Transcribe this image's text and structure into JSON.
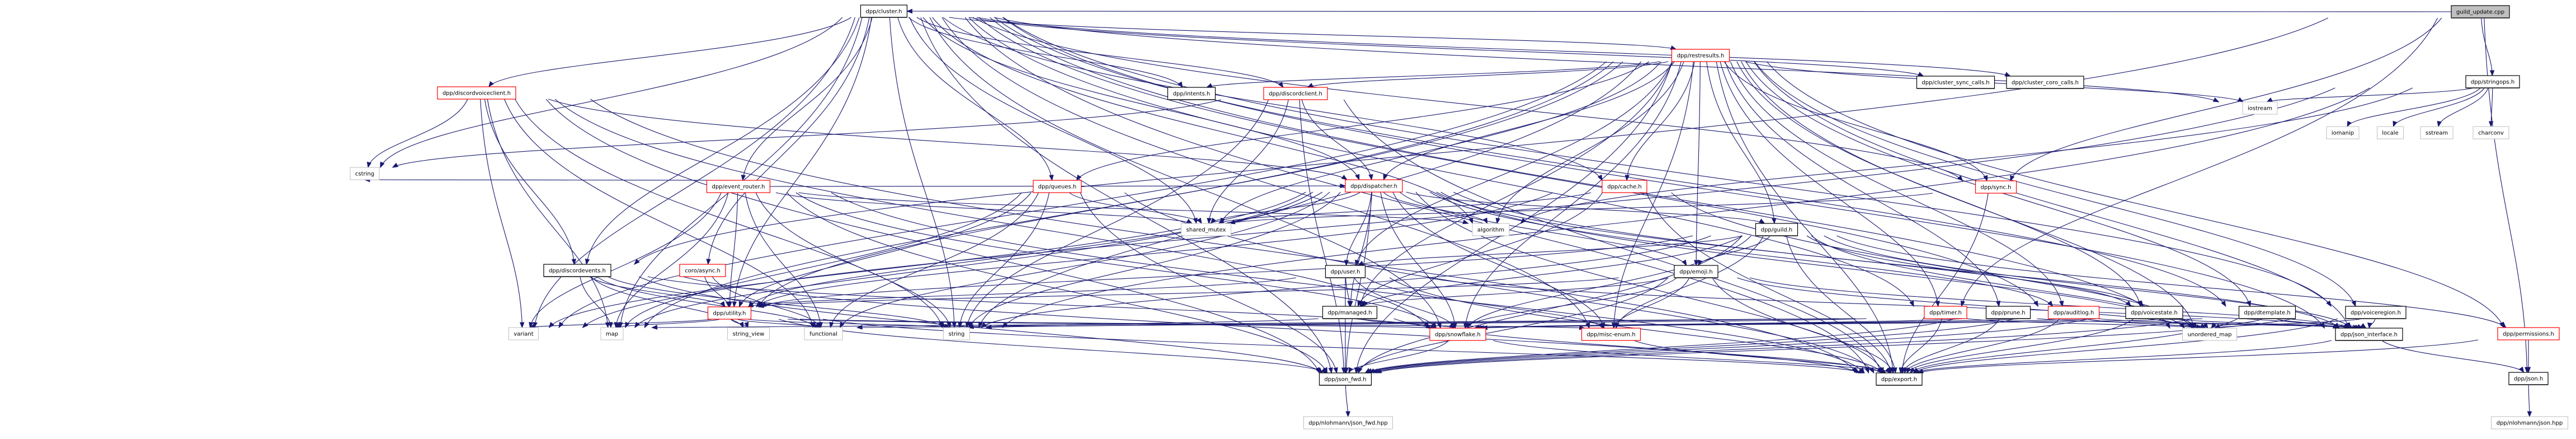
{
  "diagram": {
    "type": "include-dependency-graph",
    "colors": {
      "edge": "#191970",
      "root_fill": "#bfbfbf",
      "root_border": "#000000",
      "internal_border": "#000000",
      "incomplete_border": "#ff0000",
      "external_border": "#bfbfbf",
      "node_fill": "#ffffff"
    },
    "nodes": [
      {
        "id": "root",
        "label": "guild_update.cpp",
        "kind": "root"
      },
      {
        "id": "cluster",
        "label": "dpp/cluster.h",
        "kind": "internal"
      },
      {
        "id": "stringops",
        "label": "dpp/stringops.h",
        "kind": "internal"
      },
      {
        "id": "restresults",
        "label": "dpp/restresults.h",
        "kind": "incomplete"
      },
      {
        "id": "sync_calls",
        "label": "dpp/cluster_sync_calls.h",
        "kind": "internal"
      },
      {
        "id": "coro_calls",
        "label": "dpp/cluster_coro_calls.h",
        "kind": "internal"
      },
      {
        "id": "iostream",
        "label": "iostream",
        "kind": "external"
      },
      {
        "id": "iomanip",
        "label": "iomanip",
        "kind": "external"
      },
      {
        "id": "locale",
        "label": "locale",
        "kind": "external"
      },
      {
        "id": "sstream",
        "label": "sstream",
        "kind": "external"
      },
      {
        "id": "charconv",
        "label": "charconv",
        "kind": "external"
      },
      {
        "id": "discordvoiceclient",
        "label": "dpp/discordvoiceclient.h",
        "kind": "incomplete"
      },
      {
        "id": "intents",
        "label": "dpp/intents.h",
        "kind": "internal"
      },
      {
        "id": "discordclient",
        "label": "dpp/discordclient.h",
        "kind": "incomplete"
      },
      {
        "id": "cstring",
        "label": "cstring",
        "kind": "external"
      },
      {
        "id": "event_router",
        "label": "dpp/event_router.h",
        "kind": "incomplete"
      },
      {
        "id": "queues",
        "label": "dpp/queues.h",
        "kind": "incomplete"
      },
      {
        "id": "dispatcher",
        "label": "dpp/dispatcher.h",
        "kind": "incomplete"
      },
      {
        "id": "cache",
        "label": "dpp/cache.h",
        "kind": "incomplete"
      },
      {
        "id": "sync",
        "label": "dpp/sync.h",
        "kind": "incomplete"
      },
      {
        "id": "shared_mutex",
        "label": "shared_mutex",
        "kind": "external"
      },
      {
        "id": "algorithm",
        "label": "algorithm",
        "kind": "external"
      },
      {
        "id": "guild",
        "label": "dpp/guild.h",
        "kind": "internal"
      },
      {
        "id": "discordevents",
        "label": "dpp/discordevents.h",
        "kind": "internal"
      },
      {
        "id": "async",
        "label": "coro/async.h",
        "kind": "incomplete"
      },
      {
        "id": "user",
        "label": "dpp/user.h",
        "kind": "internal"
      },
      {
        "id": "emoji",
        "label": "dpp/emoji.h",
        "kind": "internal"
      },
      {
        "id": "utility",
        "label": "dpp/utility.h",
        "kind": "incomplete"
      },
      {
        "id": "managed",
        "label": "dpp/managed.h",
        "kind": "internal"
      },
      {
        "id": "timer",
        "label": "dpp/timer.h",
        "kind": "incomplete"
      },
      {
        "id": "prune",
        "label": "dpp/prune.h",
        "kind": "internal"
      },
      {
        "id": "auditlog",
        "label": "dpp/auditlog.h",
        "kind": "incomplete"
      },
      {
        "id": "voicestate",
        "label": "dpp/voicestate.h",
        "kind": "internal"
      },
      {
        "id": "dtemplate",
        "label": "dpp/dtemplate.h",
        "kind": "internal"
      },
      {
        "id": "voiceregion",
        "label": "dpp/voiceregion.h",
        "kind": "internal"
      },
      {
        "id": "variant",
        "label": "variant",
        "kind": "external"
      },
      {
        "id": "map",
        "label": "map",
        "kind": "external"
      },
      {
        "id": "string_view",
        "label": "string_view",
        "kind": "external"
      },
      {
        "id": "functional",
        "label": "functional",
        "kind": "external"
      },
      {
        "id": "string",
        "label": "string",
        "kind": "external"
      },
      {
        "id": "snowflake",
        "label": "dpp/snowflake.h",
        "kind": "incomplete"
      },
      {
        "id": "misc_enum",
        "label": "dpp/misc-enum.h",
        "kind": "incomplete"
      },
      {
        "id": "unordered_map",
        "label": "unordered_map",
        "kind": "external"
      },
      {
        "id": "json_interface",
        "label": "dpp/json_interface.h",
        "kind": "internal"
      },
      {
        "id": "permissions",
        "label": "dpp/permissions.h",
        "kind": "incomplete"
      },
      {
        "id": "json_fwd",
        "label": "dpp/json_fwd.h",
        "kind": "internal"
      },
      {
        "id": "export",
        "label": "dpp/export.h",
        "kind": "internal"
      },
      {
        "id": "json",
        "label": "dpp/json.h",
        "kind": "internal"
      },
      {
        "id": "nlohmann_json_fwd",
        "label": "dpp/nlohmann/json_fwd.hpp",
        "kind": "external"
      },
      {
        "id": "nlohmann_json",
        "label": "dpp/nlohmann/json.hpp",
        "kind": "external"
      }
    ],
    "edges": [
      [
        "root",
        "cluster"
      ],
      [
        "root",
        "stringops"
      ],
      [
        "root",
        "json"
      ],
      [
        "root",
        "sync"
      ],
      [
        "root",
        "timer"
      ],
      [
        "root",
        "discordevents"
      ],
      [
        "stringops",
        "iostream"
      ],
      [
        "stringops",
        "iomanip"
      ],
      [
        "stringops",
        "locale"
      ],
      [
        "stringops",
        "sstream"
      ],
      [
        "stringops",
        "charconv"
      ],
      [
        "stringops",
        "string"
      ],
      [
        "stringops",
        "variant"
      ],
      [
        "stringops",
        "algorithm"
      ],
      [
        "cluster",
        "restresults"
      ],
      [
        "cluster",
        "sync_calls"
      ],
      [
        "cluster",
        "coro_calls"
      ],
      [
        "cluster",
        "iostream"
      ],
      [
        "cluster",
        "discordvoiceclient"
      ],
      [
        "cluster",
        "intents"
      ],
      [
        "cluster",
        "discordclient"
      ],
      [
        "cluster",
        "cstring"
      ],
      [
        "cluster",
        "event_router"
      ],
      [
        "cluster",
        "queues"
      ],
      [
        "cluster",
        "dispatcher"
      ],
      [
        "cluster",
        "cache"
      ],
      [
        "cluster",
        "sync"
      ],
      [
        "cluster",
        "shared_mutex"
      ],
      [
        "cluster",
        "algorithm"
      ],
      [
        "cluster",
        "discordevents"
      ],
      [
        "cluster",
        "async"
      ],
      [
        "cluster",
        "timer"
      ],
      [
        "cluster",
        "auditlog"
      ],
      [
        "cluster",
        "dtemplate"
      ],
      [
        "cluster",
        "voiceregion"
      ],
      [
        "cluster",
        "map"
      ],
      [
        "cluster",
        "variant"
      ],
      [
        "cluster",
        "string"
      ],
      [
        "cluster",
        "json_fwd"
      ],
      [
        "cluster",
        "export"
      ],
      [
        "cluster",
        "json_interface"
      ],
      [
        "cluster",
        "snowflake"
      ],
      [
        "cluster",
        "misc_enum"
      ],
      [
        "cluster",
        "unordered_map"
      ],
      [
        "cluster",
        "utility"
      ],
      [
        "restresults",
        "iostream"
      ],
      [
        "restresults",
        "intents"
      ],
      [
        "restresults",
        "discordclient"
      ],
      [
        "restresults",
        "queues"
      ],
      [
        "restresults",
        "dispatcher"
      ],
      [
        "restresults",
        "cache"
      ],
      [
        "restresults",
        "sync"
      ],
      [
        "restresults",
        "algorithm"
      ],
      [
        "restresults",
        "shared_mutex"
      ],
      [
        "restresults",
        "guild"
      ],
      [
        "restresults",
        "timer"
      ],
      [
        "restresults",
        "prune"
      ],
      [
        "restresults",
        "auditlog"
      ],
      [
        "restresults",
        "voicestate"
      ],
      [
        "restresults",
        "dtemplate"
      ],
      [
        "restresults",
        "voiceregion"
      ],
      [
        "restresults",
        "permissions"
      ],
      [
        "restresults",
        "json_interface"
      ],
      [
        "restresults",
        "export"
      ],
      [
        "restresults",
        "misc_enum"
      ],
      [
        "restresults",
        "snowflake"
      ],
      [
        "restresults",
        "utility"
      ],
      [
        "restresults",
        "map"
      ],
      [
        "restresults",
        "string"
      ],
      [
        "restresults",
        "variant"
      ],
      [
        "restresults",
        "user"
      ],
      [
        "restresults",
        "emoji"
      ],
      [
        "restresults",
        "managed"
      ],
      [
        "restresults",
        "json_fwd"
      ],
      [
        "restresults",
        "unordered_map"
      ],
      [
        "discordvoiceclient",
        "cstring"
      ],
      [
        "discordvoiceclient",
        "discordevents"
      ],
      [
        "discordvoiceclient",
        "dispatcher"
      ],
      [
        "discordvoiceclient",
        "map"
      ],
      [
        "discordvoiceclient",
        "string"
      ],
      [
        "discordvoiceclient",
        "functional"
      ],
      [
        "discordvoiceclient",
        "json_fwd"
      ],
      [
        "discordvoiceclient",
        "export"
      ],
      [
        "discordvoiceclient",
        "variant"
      ],
      [
        "discordvoiceclient",
        "snowflake"
      ],
      [
        "discordclient",
        "cstring"
      ],
      [
        "discordclient",
        "dispatcher"
      ],
      [
        "discordclient",
        "shared_mutex"
      ],
      [
        "discordclient",
        "string"
      ],
      [
        "discordclient",
        "json_fwd"
      ],
      [
        "discordclient",
        "export"
      ],
      [
        "event_router",
        "cstring"
      ],
      [
        "event_router",
        "shared_mutex"
      ],
      [
        "event_router",
        "dispatcher"
      ],
      [
        "event_router",
        "map"
      ],
      [
        "event_router",
        "variant"
      ],
      [
        "event_router",
        "string"
      ],
      [
        "event_router",
        "functional"
      ],
      [
        "event_router",
        "utility"
      ],
      [
        "event_router",
        "json_fwd"
      ],
      [
        "event_router",
        "export"
      ],
      [
        "event_router",
        "snowflake"
      ],
      [
        "event_router",
        "algorithm"
      ],
      [
        "queues",
        "shared_mutex"
      ],
      [
        "queues",
        "map"
      ],
      [
        "queues",
        "string"
      ],
      [
        "queues",
        "functional"
      ],
      [
        "queues",
        "export"
      ],
      [
        "queues",
        "json_fwd"
      ],
      [
        "queues",
        "utility"
      ],
      [
        "dispatcher",
        "algorithm"
      ],
      [
        "dispatcher",
        "guild"
      ],
      [
        "dispatcher",
        "user"
      ],
      [
        "dispatcher",
        "emoji"
      ],
      [
        "dispatcher",
        "managed"
      ],
      [
        "dispatcher",
        "utility"
      ],
      [
        "dispatcher",
        "snowflake"
      ],
      [
        "dispatcher",
        "misc_enum"
      ],
      [
        "dispatcher",
        "export"
      ],
      [
        "dispatcher",
        "json_fwd"
      ],
      [
        "dispatcher",
        "map"
      ],
      [
        "dispatcher",
        "variant"
      ],
      [
        "dispatcher",
        "string"
      ],
      [
        "dispatcher",
        "functional"
      ],
      [
        "dispatcher",
        "shared_mutex"
      ],
      [
        "dispatcher",
        "unordered_map"
      ],
      [
        "dispatcher",
        "json_interface"
      ],
      [
        "dispatcher",
        "auditlog"
      ],
      [
        "dispatcher",
        "voicestate"
      ],
      [
        "cache",
        "shared_mutex"
      ],
      [
        "cache",
        "managed"
      ],
      [
        "cache",
        "unordered_map"
      ],
      [
        "cache",
        "export"
      ],
      [
        "cache",
        "utility"
      ],
      [
        "sync",
        "export"
      ],
      [
        "sync",
        "shared_mutex"
      ],
      [
        "guild",
        "emoji"
      ],
      [
        "guild",
        "user"
      ],
      [
        "guild",
        "managed"
      ],
      [
        "guild",
        "snowflake"
      ],
      [
        "guild",
        "misc_enum"
      ],
      [
        "guild",
        "json_interface"
      ],
      [
        "guild",
        "export"
      ],
      [
        "guild",
        "json_fwd"
      ],
      [
        "guild",
        "unordered_map"
      ],
      [
        "guild",
        "voicestate"
      ],
      [
        "guild",
        "permissions"
      ],
      [
        "guild",
        "utility"
      ],
      [
        "guild",
        "string"
      ],
      [
        "discordevents",
        "string"
      ],
      [
        "discordevents",
        "string_view"
      ],
      [
        "discordevents",
        "functional"
      ],
      [
        "discordevents",
        "map"
      ],
      [
        "discordevents",
        "json_fwd"
      ],
      [
        "discordevents",
        "export"
      ],
      [
        "discordevents",
        "snowflake"
      ],
      [
        "discordevents",
        "utility"
      ],
      [
        "async",
        "utility"
      ],
      [
        "async",
        "functional"
      ],
      [
        "user",
        "managed"
      ],
      [
        "user",
        "snowflake"
      ],
      [
        "user",
        "json_interface"
      ],
      [
        "user",
        "utility"
      ],
      [
        "user",
        "export"
      ],
      [
        "user",
        "json_fwd"
      ],
      [
        "user",
        "misc_enum"
      ],
      [
        "emoji",
        "managed"
      ],
      [
        "emoji",
        "snowflake"
      ],
      [
        "emoji",
        "misc_enum"
      ],
      [
        "emoji",
        "json_interface"
      ],
      [
        "emoji",
        "utility"
      ],
      [
        "emoji",
        "export"
      ],
      [
        "emoji",
        "json_fwd"
      ],
      [
        "emoji",
        "unordered_map"
      ],
      [
        "utility",
        "variant"
      ],
      [
        "utility",
        "map"
      ],
      [
        "utility",
        "string_view"
      ],
      [
        "utility",
        "functional"
      ],
      [
        "utility",
        "string"
      ],
      [
        "utility",
        "snowflake"
      ],
      [
        "utility",
        "misc_enum"
      ],
      [
        "utility",
        "export"
      ],
      [
        "utility",
        "json_fwd"
      ],
      [
        "managed",
        "snowflake"
      ],
      [
        "managed",
        "export"
      ],
      [
        "managed",
        "string"
      ],
      [
        "timer",
        "export"
      ],
      [
        "timer",
        "string"
      ],
      [
        "timer",
        "functional"
      ],
      [
        "timer",
        "map"
      ],
      [
        "timer",
        "unordered_map"
      ],
      [
        "prune",
        "export"
      ],
      [
        "prune",
        "json_interface"
      ],
      [
        "prune",
        "json_fwd"
      ],
      [
        "prune",
        "snowflake"
      ],
      [
        "auditlog",
        "export"
      ],
      [
        "auditlog",
        "json_interface"
      ],
      [
        "auditlog",
        "json_fwd"
      ],
      [
        "auditlog",
        "snowflake"
      ],
      [
        "auditlog",
        "unordered_map"
      ],
      [
        "voicestate",
        "export"
      ],
      [
        "voicestate",
        "json_interface"
      ],
      [
        "voicestate",
        "json_fwd"
      ],
      [
        "voicestate",
        "snowflake"
      ],
      [
        "voicestate",
        "unordered_map"
      ],
      [
        "dtemplate",
        "export"
      ],
      [
        "dtemplate",
        "json_interface"
      ],
      [
        "dtemplate",
        "json_fwd"
      ],
      [
        "dtemplate",
        "snowflake"
      ],
      [
        "dtemplate",
        "unordered_map"
      ],
      [
        "voiceregion",
        "export"
      ],
      [
        "voiceregion",
        "json_interface"
      ],
      [
        "voiceregion",
        "json_fwd"
      ],
      [
        "voiceregion",
        "unordered_map"
      ],
      [
        "snowflake",
        "json_fwd"
      ],
      [
        "snowflake",
        "export"
      ],
      [
        "misc_enum",
        "export"
      ],
      [
        "json_interface",
        "export"
      ],
      [
        "json_interface",
        "json"
      ],
      [
        "permissions",
        "json"
      ],
      [
        "permissions",
        "export"
      ],
      [
        "json_fwd",
        "nlohmann_json_fwd"
      ],
      [
        "json",
        "nlohmann_json"
      ]
    ]
  }
}
